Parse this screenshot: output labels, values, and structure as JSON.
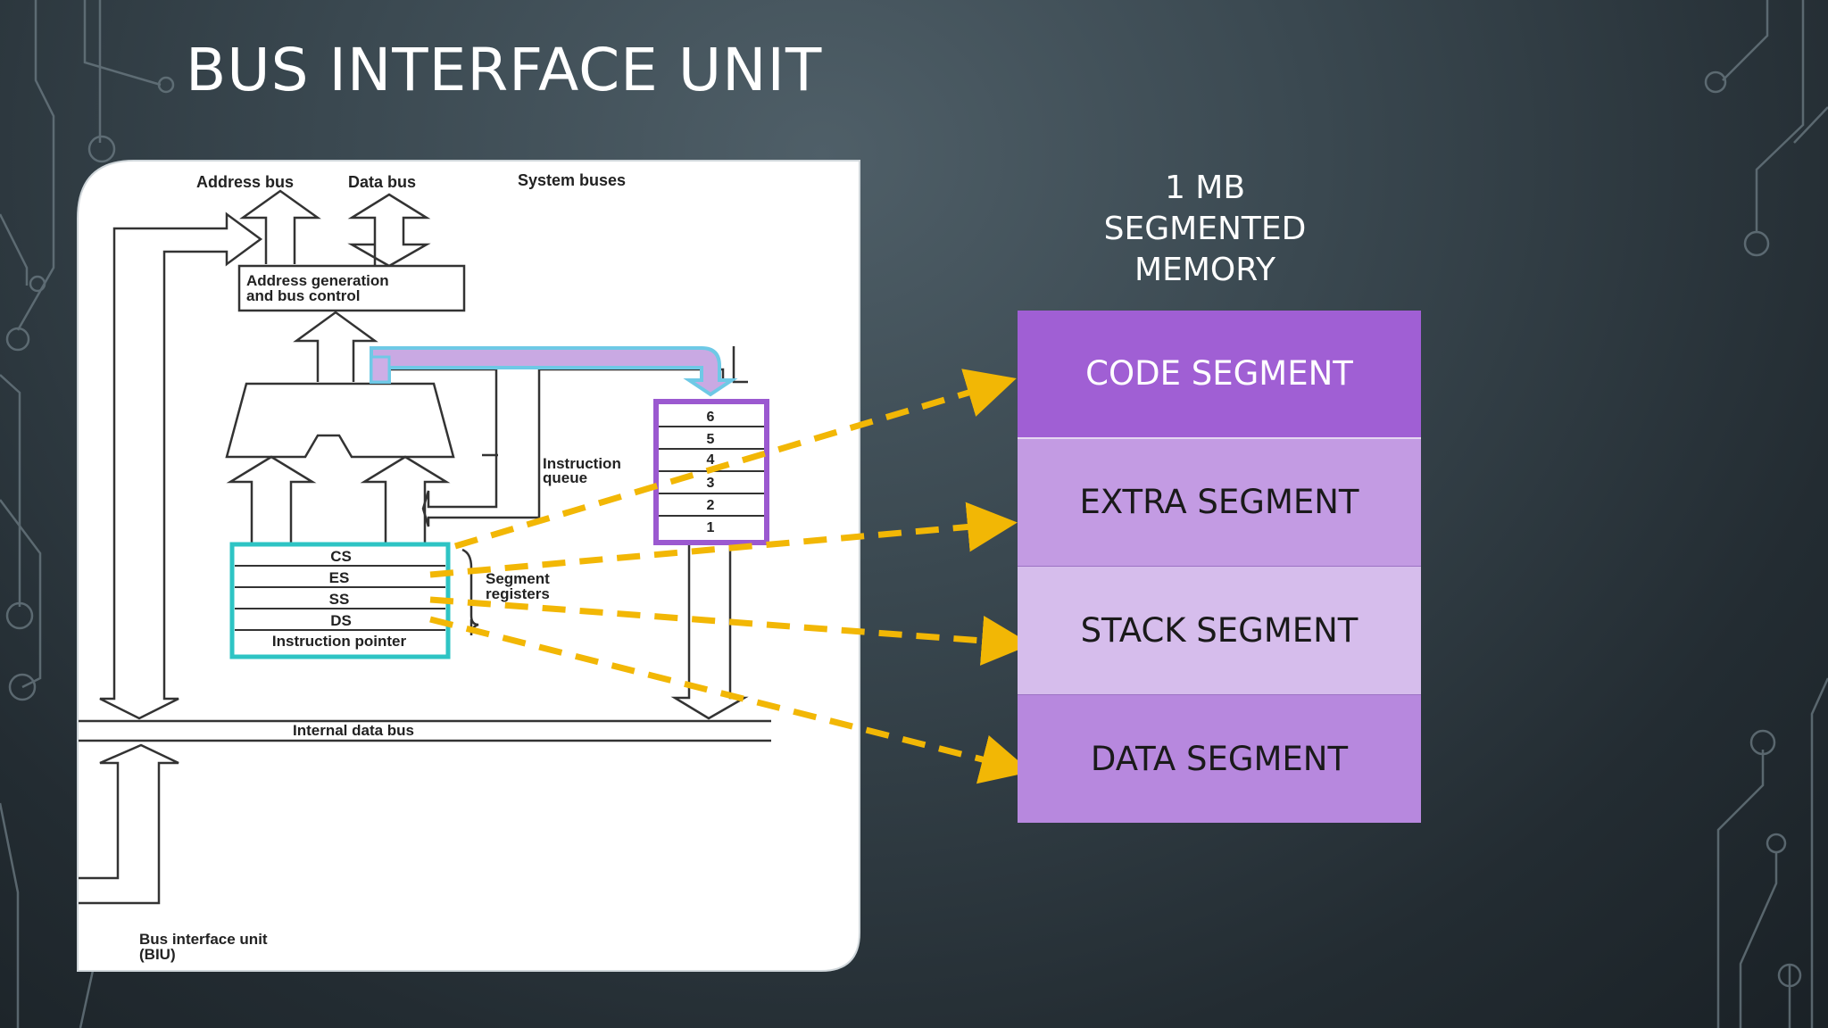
{
  "slide": {
    "title": "BUS INTERFACE UNIT"
  },
  "diagram": {
    "address_bus": "Address bus",
    "data_bus": "Data bus",
    "system_buses": "System buses",
    "addr_gen_line1": "Address generation",
    "addr_gen_line2": "and bus control",
    "queue_label_line1": "Instruction",
    "queue_label_line2": "queue",
    "queue_slots": [
      "6",
      "5",
      "4",
      "3",
      "2",
      "1"
    ],
    "registers": [
      "CS",
      "ES",
      "SS",
      "DS",
      "Instruction pointer"
    ],
    "segment_label_line1": "Segment",
    "segment_label_line2": "registers",
    "internal_bus": "Internal data bus",
    "biu_line1": "Bus interface unit",
    "biu_line2": "(BIU)"
  },
  "memory": {
    "caption_lines": [
      "1 MB",
      "SEGMENTED",
      "MEMORY"
    ],
    "segments": [
      "CODE SEGMENT",
      "EXTRA SEGMENT",
      "STACK SEGMENT",
      "DATA SEGMENT"
    ]
  },
  "colors": {
    "highlight_teal": "#2ec4c4",
    "highlight_purple": "#9b59d0",
    "arrow_yellow": "#f2b705"
  }
}
